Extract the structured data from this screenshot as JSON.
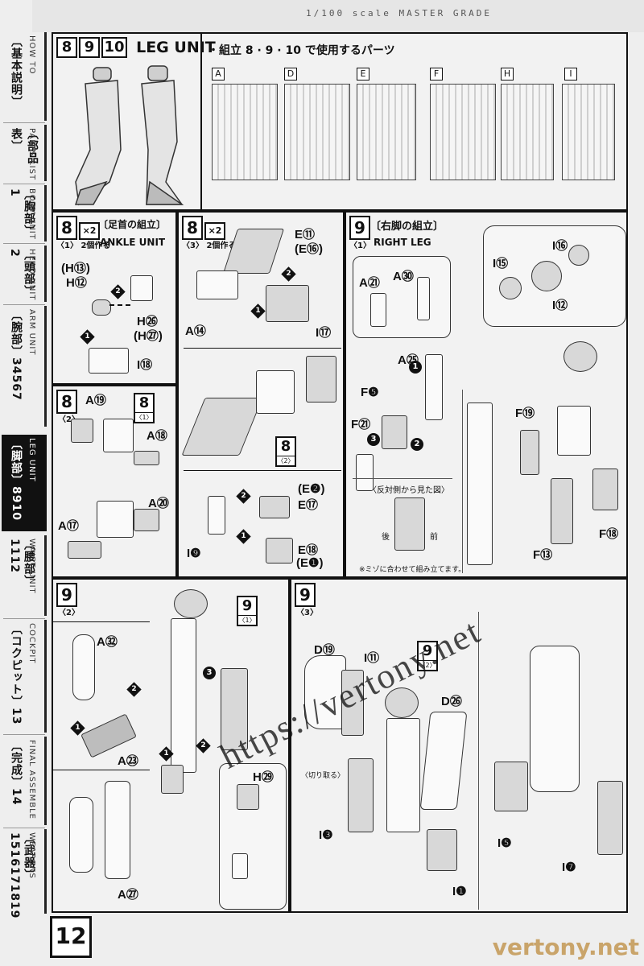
{
  "header": {
    "series_text": "1/100 scale MASTER GRADE"
  },
  "sidebar": {
    "tabs": [
      {
        "jp": "〔基本説明〕",
        "en": "HOW TO"
      },
      {
        "jp": "〔部品表〕",
        "en": "PARTS LIST"
      },
      {
        "jp": "〔胸部〕1",
        "en": "BODY UNIT"
      },
      {
        "jp": "〔頭部〕2",
        "en": "HEAD UNIT"
      },
      {
        "jp": "〔腕部〕34567",
        "en": "ARM UNIT"
      },
      {
        "jp": "〔脚部〕8910",
        "en": "LEG UNIT"
      },
      {
        "jp": "〔腰部〕1112",
        "en": "WAIST UNIT"
      },
      {
        "jp": "〔コクピット〕13",
        "en": "COCKPIT"
      },
      {
        "jp": "〔完成〕14",
        "en": "FINAL ASSEMBLE"
      },
      {
        "jp": "〔武器〕1516171819",
        "en": "WEAPONS"
      }
    ]
  },
  "top": {
    "nums": [
      "8",
      "9",
      "10"
    ],
    "title": "LEG UNIT",
    "parts_note": "・組立 8 · 9 · 10 で使用するパーツ",
    "runners": [
      "A",
      "D",
      "E",
      "F",
      "H",
      "I"
    ]
  },
  "step8a": {
    "num": "8",
    "mult": "×2",
    "jp": "〔足首の組立〕",
    "sub": "〈1〉 2個作る",
    "en": "ANKLE UNIT",
    "labels": [
      "(H⑬)",
      "H⑫",
      "H㉖",
      "(H㉗)",
      "I⑱"
    ]
  },
  "step8b": {
    "num": "8",
    "mult": "×2",
    "sub": "〈3〉 2個作る",
    "labels": [
      "E⑪",
      "(E⑯)",
      "A⑭",
      "I⑰",
      "(E❷)",
      "E⑰",
      "I❾",
      "E⑱",
      "(E❶)"
    ],
    "ref": {
      "n": "8",
      "s": "〈2〉"
    }
  },
  "step8c": {
    "num": "8",
    "sub": "〈2〉",
    "labels": [
      "A⑲",
      "A⑱",
      "A⑳",
      "A⑰"
    ],
    "ref": {
      "n": "8",
      "s": "〈1〉"
    }
  },
  "step9a": {
    "num": "9",
    "jp": "〔右脚の組立〕",
    "sub": "〈1〉",
    "en": "RIGHT LEG",
    "labels": [
      "A㉑",
      "A㉚",
      "A㉕",
      "F❺",
      "F㉑",
      "I⑯",
      "I⑮",
      "I⑫",
      "F⑲",
      "F⑱",
      "F⑬"
    ],
    "side_view_title": "〈反対側から見た図〉",
    "back": "後",
    "front": "前",
    "note": "※ミゾに合わせて組み立てます。"
  },
  "step9b": {
    "num": "9",
    "sub": "〈2〉",
    "labels": [
      "A㉜",
      "A㉓",
      "A㉗",
      "H㉙"
    ],
    "ref": {
      "n": "9",
      "s": "〈1〉"
    }
  },
  "step9c": {
    "num": "9",
    "sub": "〈3〉",
    "labels": [
      "D⑲",
      "I⑪",
      "D㉖",
      "I❸",
      "I❶",
      "I❺",
      "I❼"
    ],
    "cut": "〈切り取る〉",
    "ref": {
      "n": "9",
      "s": "〈2〉"
    }
  },
  "footer": {
    "page": "12",
    "watermark": "https://vertony.net",
    "corner": "vertony.net"
  }
}
